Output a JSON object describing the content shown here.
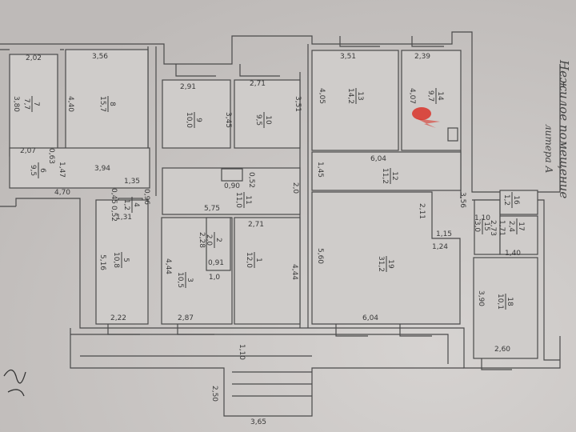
{
  "plan": {
    "rooms": [
      {
        "number": "1",
        "area": "12,0"
      },
      {
        "number": "2",
        "area": "2,0"
      },
      {
        "number": "3",
        "area": "10,5"
      },
      {
        "number": "4",
        "area": "1,2"
      },
      {
        "number": "5",
        "area": "10,8"
      },
      {
        "number": "6",
        "area": "9,5"
      },
      {
        "number": "7",
        "area": "7,7"
      },
      {
        "number": "8",
        "area": "15,7"
      },
      {
        "number": "9",
        "area": "10,0"
      },
      {
        "number": "10",
        "area": "9,5"
      },
      {
        "number": "11",
        "area": "11,0"
      },
      {
        "number": "12",
        "area": "11,2"
      },
      {
        "number": "13",
        "area": "14,2"
      },
      {
        "number": "14",
        "area": "9,7"
      },
      {
        "number": "15",
        "area": "3,0"
      },
      {
        "number": "16",
        "area": "1,2"
      },
      {
        "number": "17",
        "area": "2,4"
      },
      {
        "number": "18",
        "area": "10,1"
      },
      {
        "number": "19",
        "area": "31,2"
      }
    ],
    "dimensions": [
      "2,02",
      "3,80",
      "3,56",
      "4,40",
      "2,91",
      "3,45",
      "2,71",
      "3,51",
      "3,51",
      "4,05",
      "2,39",
      "4,07",
      "2,07",
      "0,63",
      "1,47",
      "3,94",
      "4,70",
      "1,35",
      "0,45",
      "0,96",
      "0,52",
      "1,31",
      "0,90",
      "0,52",
      "2,0",
      "5,75",
      "5,16",
      "2,22",
      "2,28",
      "0,91",
      "1,0",
      "4,44",
      "2,87",
      "2,71",
      "4,44",
      "6,04",
      "1,45",
      "3,56",
      "2,11",
      "1,15",
      "1,24",
      "5,60",
      "6,04",
      "1,10",
      "2,73",
      "1,71",
      "1,40",
      "3,90",
      "2,60",
      "1,10",
      "2,50",
      "3,65"
    ],
    "handwritten_note": "Нежилое помещение",
    "handwritten_letter": "литера А",
    "stain_color": "#d9332a"
  }
}
